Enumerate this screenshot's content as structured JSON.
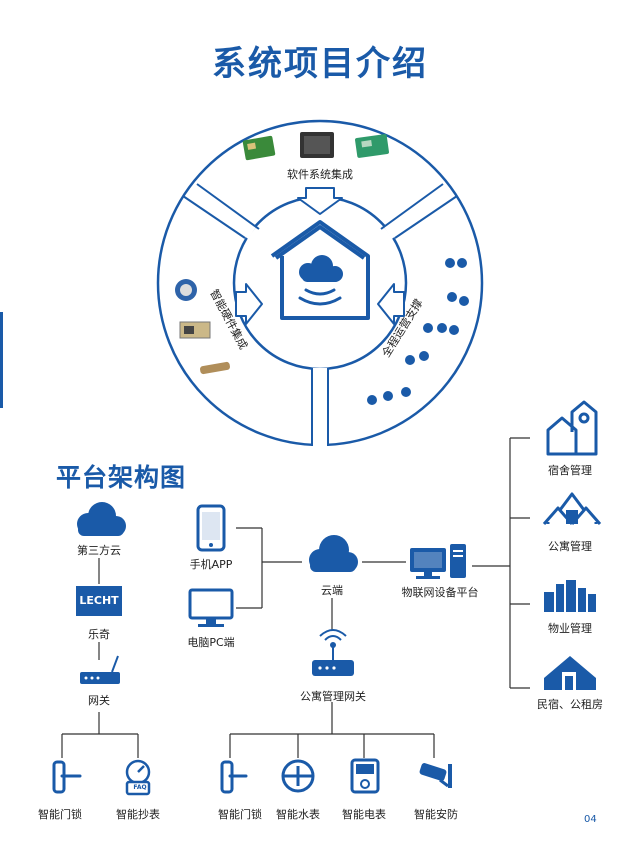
{
  "header": {
    "title": "系统项目介绍"
  },
  "ring": {
    "top_label": "软件系统集成",
    "left_label": "智能硬件集成",
    "right_label": "全程运营支撑"
  },
  "architecture": {
    "title": "平台架构图",
    "nodes": {
      "third_party_cloud": "第三方云",
      "lecht_logo_text": "LECHT",
      "leqi": "乐奇",
      "gateway": "网关",
      "mobile_app": "手机APP",
      "pc": "电脑PC端",
      "cloud": "云端",
      "iot_platform": "物联网设备平台",
      "apartment_gateway": "公寓管理网关",
      "dorm_mgmt": "宿舍管理",
      "apartment_mgmt": "公寓管理",
      "property_mgmt": "物业管理",
      "homestay_rental": "民宿、公租房"
    },
    "bottom_left": [
      "智能门锁",
      "智能抄表"
    ],
    "bottom_right": [
      "智能门锁",
      "智能水表",
      "智能电表",
      "智能安防"
    ],
    "meter_badge": "FAQ"
  },
  "footer": {
    "page_number": "04"
  },
  "colors": {
    "brand_blue": "#1a5aa8",
    "line_gray": "#333333"
  }
}
